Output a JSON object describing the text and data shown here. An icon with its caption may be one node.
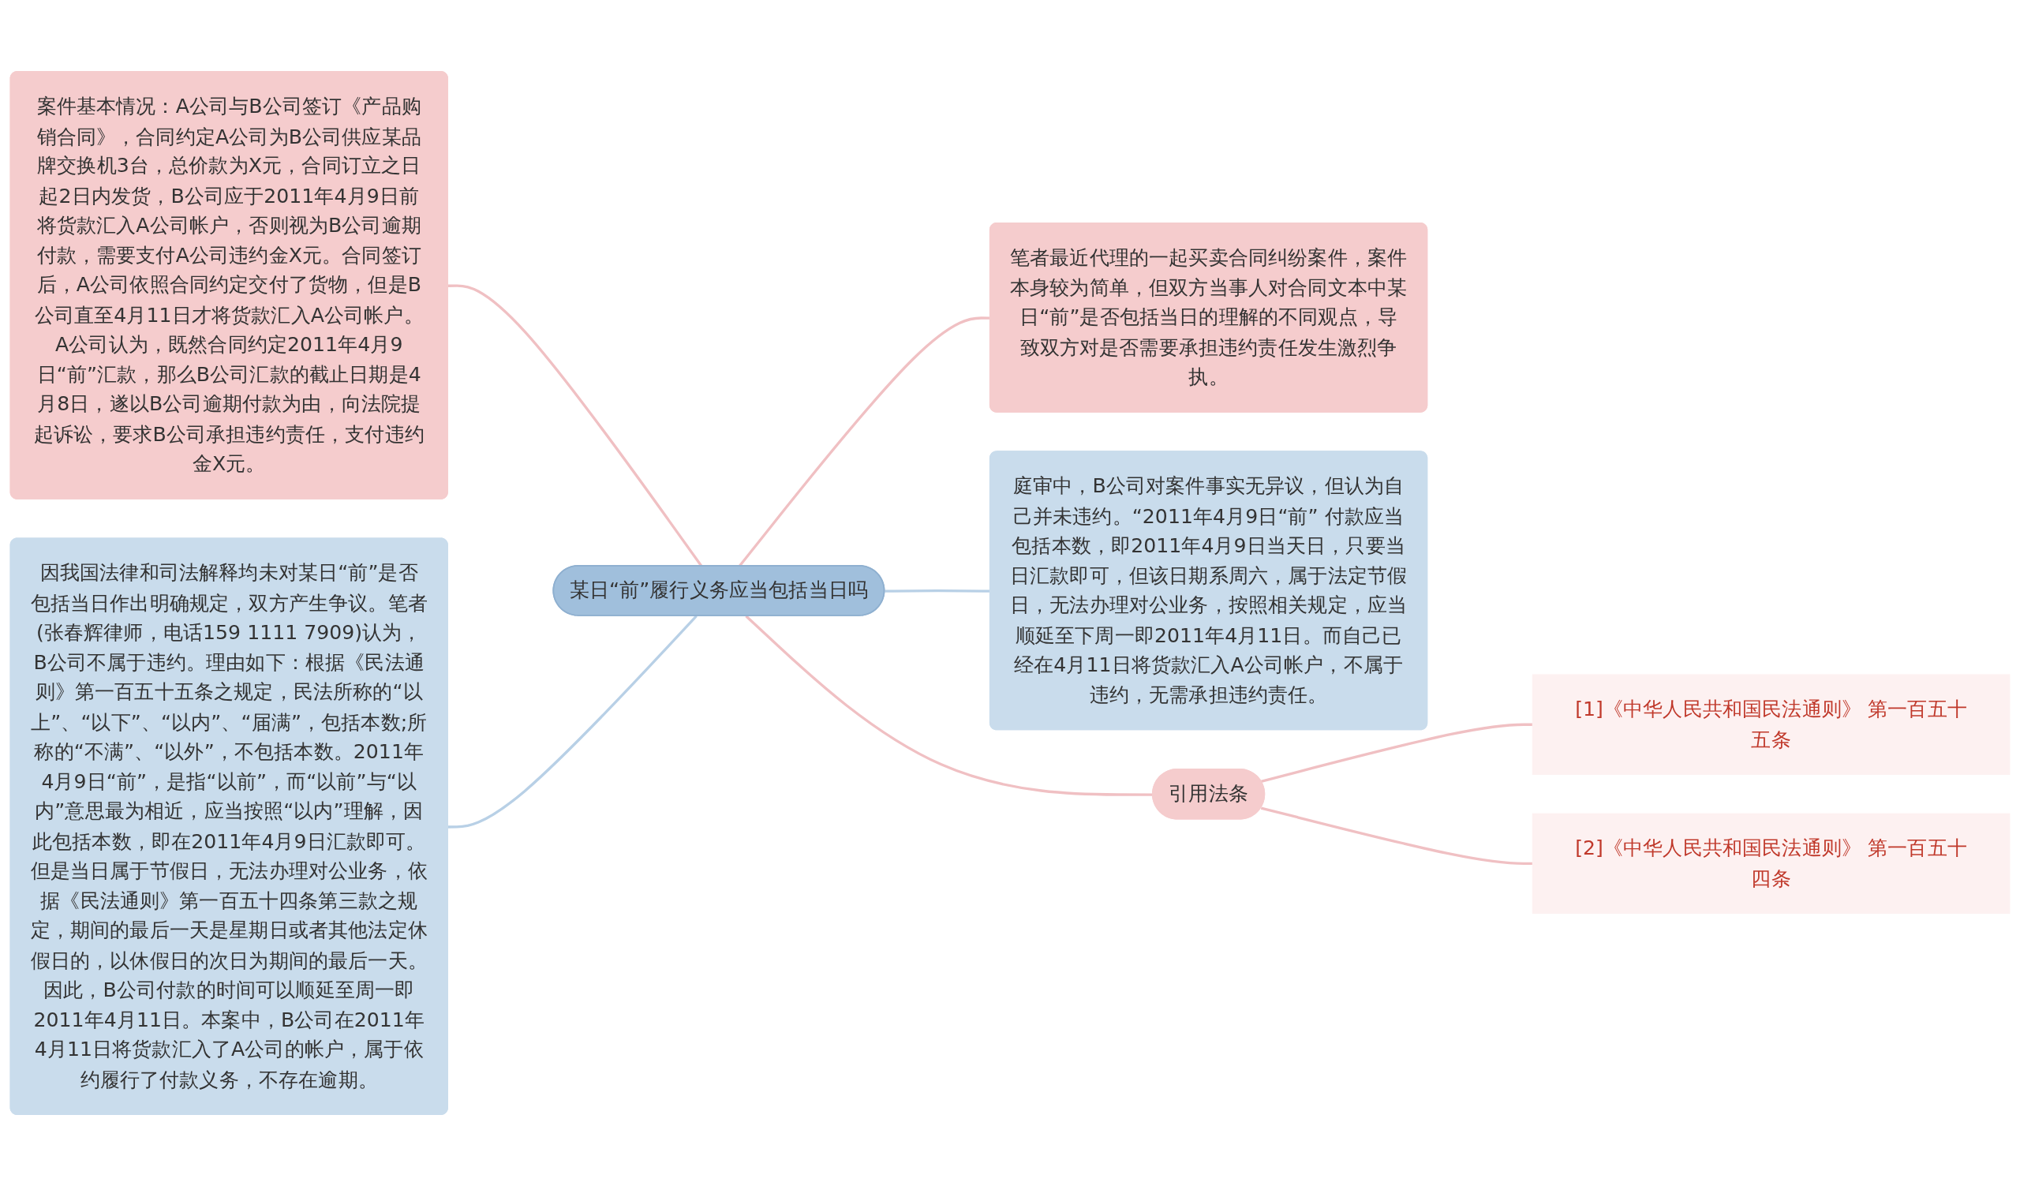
{
  "diagram": {
    "nodes": [
      {
        "text": [
          "案件基本情况：A公司与B公司签订《产品购销合同》，合同约定A公司为B公司供应某品牌交换机3台，总价款为X元，合同订立之日起2日内发货，B公司应于2011年4月9日前将货款汇入A公司帐户，否则视为B公司逾期付款，需要支付A公司违约金X元。合同签订后，A公司依照合同约定交付了货物，但是B公司直至4月11日才将货款汇入A公司帐户。A公司认为，既然合同约定2011年4月9日“前”汇款，那么B公司汇款的截止日期是4月8日，遂以B公司逾期付款为由，向法院提起诉讼，要求B公司承担违约责任，支付违约金X元。"
        ]
      },
      {
        "text": [
          "因我国法律和司法解释均未对某日“前”是否包括当日作出明确规定，双方产生争议。笔者(张春辉律师，电话159 1111 7909)认为，B公司不属于违约。理由如下：根据《民法通则》第一百五十五条之规定，民法所称的“以上”、“以下”、“以内”、“届满”，包括本数;所称的“不满”、“以外”，不包括本数。2011年4月9日“前”，是指“以前”，而“以前”与“以内”意思最为相近，应当按照“以内”理解，因此包括本数，即在2011年4月9日汇款即可。但是当日属于节假日，无法办理对公业务，依据《民法通则》第一百五十四条第三款之规定，期间的最后一天是星期日或者其他法定休假日的，以休假日的次日为期间的最后一天。因此，B公司付款的时间可以顺延至周一即2011年4月11日。本案中，B公司在2011年4月11日将货款汇入了A公司的帐户，属于依约履行了付款义务，不存在逾期。"
        ]
      },
      {
        "text": [
          "某日“前”履行义务应当包括当日吗"
        ]
      },
      {
        "text": [
          "笔者最近代理的一起买卖合同纠纷案件，案件本身较为简单，但双方当事人对合同文本中某日“前”是否包括当日的理解的不同观点，导致双方对是否需要承担违约责任发生激烈争执。"
        ]
      },
      {
        "text": [
          "庭审中，B公司对案件事实无异议，但认为自己并未违约。“2011年4月9日“前” 付款应当包括本数，即2011年4月9日当天日，只要当日汇款即可，但该日期系周六，属于法定节假日，无法办理对公业务，按照相关规定，应当顺延至下周一即2011年4月11日。而自己已经在4月11日将货款汇入A公司帐户，不属于违约，无需承担违约责任。"
        ]
      },
      {
        "text": [
          "引用法条"
        ]
      },
      {
        "text": [
          "[1]《中华人民共和国民法通则》 第一百五十五条"
        ]
      },
      {
        "text": [
          "[2]《中华人民共和国民法通则》 第一百五十四条"
        ]
      }
    ],
    "edges": [
      {
        "from": 0,
        "to": 2,
        "arrow": "none"
      },
      {
        "from": 1,
        "to": 2,
        "arrow": "none",
        "color": "#b8d0e6"
      },
      {
        "from": 2,
        "to": 3,
        "arrow": "none"
      },
      {
        "from": 2,
        "to": 4,
        "arrow": "none",
        "color": "#b8d0e6"
      },
      {
        "from": 2,
        "to": 5,
        "arrow": "none"
      },
      {
        "from": 5,
        "to": 6,
        "arrow": "none"
      },
      {
        "from": 5,
        "to": 7,
        "arrow": "none"
      }
    ]
  }
}
